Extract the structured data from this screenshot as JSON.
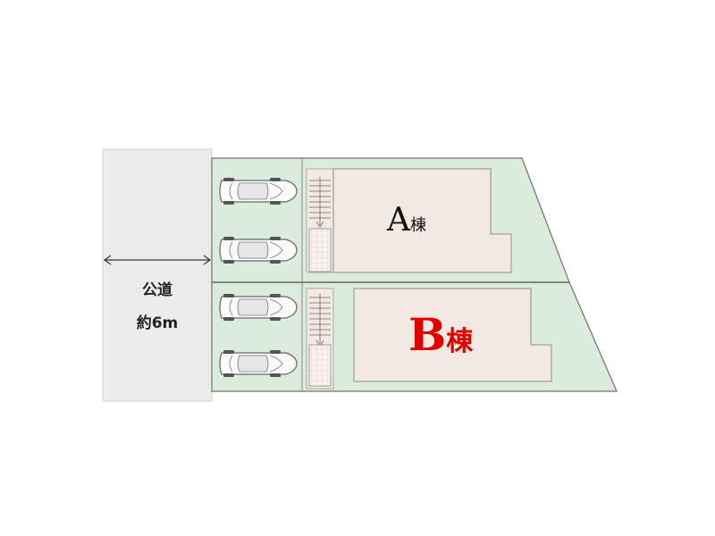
{
  "road": {
    "name": "公道",
    "width": "約6m"
  },
  "buildings": [
    {
      "id": "A",
      "letter": "A",
      "suffix": "棟",
      "color": "#111111"
    },
    {
      "id": "B",
      "letter": "B",
      "suffix": "棟",
      "color": "#e00000"
    }
  ],
  "colors": {
    "road": "#ececec",
    "lot": "#dcecdc",
    "house": "#f1e9e2",
    "outline": "#707070",
    "accent": "#e00000"
  },
  "parking_spaces_per_lot": 2
}
